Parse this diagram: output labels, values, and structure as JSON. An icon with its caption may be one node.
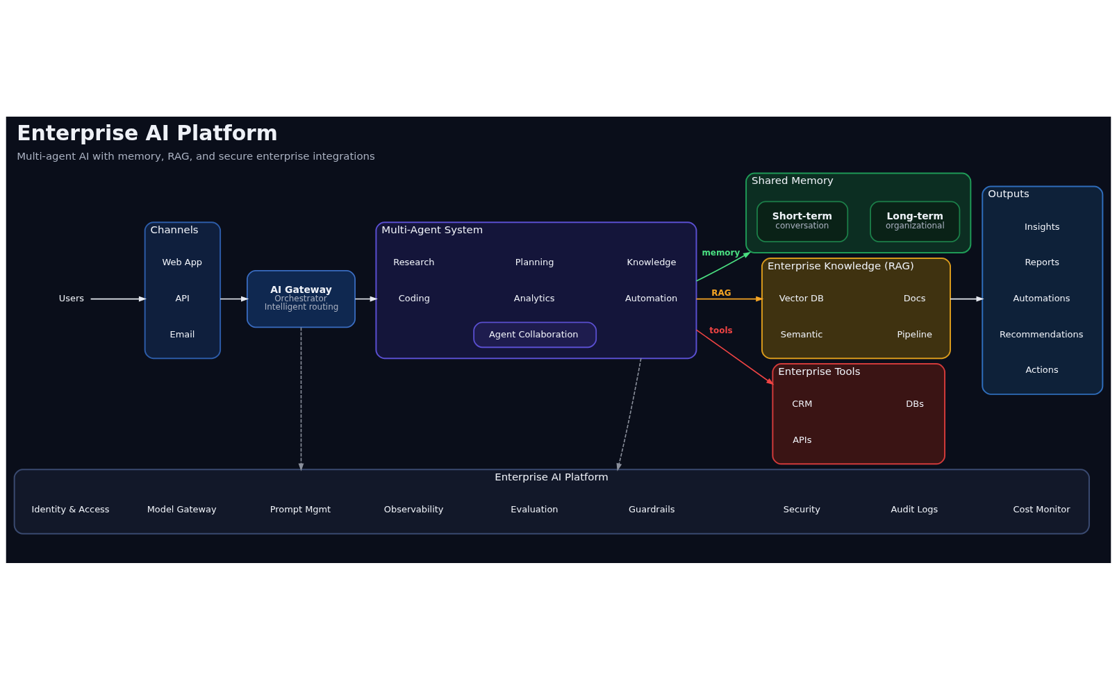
{
  "diagram": {
    "title": "Enterprise AI Platform",
    "caption": "Multi-agent AI with memory, RAG, and secure enterprise integrations",
    "nodes": [
      {
        "text": [
          "Users"
        ]
      },
      {
        "text": [
          "Channels"
        ]
      },
      {
        "text": [
          "Web App"
        ],
        "in": 1
      },
      {
        "text": [
          "API"
        ],
        "in": 1
      },
      {
        "text": [
          "Email"
        ],
        "in": 1
      },
      {
        "text": [
          "AI Gateway",
          "Orchestrator",
          "Intelligent routing"
        ]
      },
      {
        "text": [
          "Multi-Agent System"
        ]
      },
      {
        "text": [
          "Research"
        ],
        "in": 6
      },
      {
        "text": [
          "Planning"
        ],
        "in": 6
      },
      {
        "text": [
          "Knowledge"
        ],
        "in": 6
      },
      {
        "text": [
          "Coding"
        ],
        "in": 6
      },
      {
        "text": [
          "Analytics"
        ],
        "in": 6
      },
      {
        "text": [
          "Automation"
        ],
        "in": 6
      },
      {
        "text": [
          "Agent Collaboration"
        ],
        "in": 6
      },
      {
        "text": [
          "Shared Memory"
        ]
      },
      {
        "text": [
          "Short-term",
          "conversation"
        ],
        "in": 14
      },
      {
        "text": [
          "Long-term",
          "organizational"
        ],
        "in": 14
      },
      {
        "text": [
          "Enterprise Knowledge (RAG)"
        ]
      },
      {
        "text": [
          "Vector DB"
        ],
        "in": 17
      },
      {
        "text": [
          "Docs"
        ],
        "in": 17
      },
      {
        "text": [
          "Semantic"
        ],
        "in": 17
      },
      {
        "text": [
          "Pipeline"
        ],
        "in": 17
      },
      {
        "text": [
          "Enterprise Tools"
        ]
      },
      {
        "text": [
          "CRM"
        ],
        "in": 22
      },
      {
        "text": [
          "DBs"
        ],
        "in": 22
      },
      {
        "text": [
          "APIs"
        ],
        "in": 22
      },
      {
        "text": [
          "Outputs"
        ]
      },
      {
        "text": [
          "Insights"
        ],
        "in": 26
      },
      {
        "text": [
          "Reports"
        ],
        "in": 26
      },
      {
        "text": [
          "Automations"
        ],
        "in": 26
      },
      {
        "text": [
          "Recommendations"
        ],
        "in": 26
      },
      {
        "text": [
          "Actions"
        ],
        "in": 26
      },
      {
        "text": [
          "Enterprise AI Platform"
        ]
      },
      {
        "text": [
          "Identity & Access"
        ],
        "in": 32
      },
      {
        "text": [
          "Model Gateway"
        ],
        "in": 32
      },
      {
        "text": [
          "Prompt Mgmt"
        ],
        "in": 32
      },
      {
        "text": [
          "Observability"
        ],
        "in": 32
      },
      {
        "text": [
          "Evaluation"
        ],
        "in": 32
      },
      {
        "text": [
          "Guardrails"
        ],
        "in": 32
      },
      {
        "text": [
          "Security"
        ],
        "in": 32
      },
      {
        "text": [
          "Audit Logs"
        ],
        "in": 32
      },
      {
        "text": [
          "Cost Monitor"
        ],
        "in": 32
      }
    ],
    "edges": [
      {
        "from": 0,
        "to": 1,
        "arrow": "to"
      },
      {
        "from": 1,
        "to": 5,
        "arrow": "to"
      },
      {
        "from": 5,
        "to": 6,
        "arrow": "to"
      },
      {
        "from": 6,
        "to": 14,
        "arrow": "to",
        "label": "memory",
        "color": "#4ade80"
      },
      {
        "from": 6,
        "to": 17,
        "arrow": "to",
        "label": "RAG",
        "color": "#f5a524"
      },
      {
        "from": 6,
        "to": 22,
        "arrow": "to",
        "label": "tools",
        "color": "#ef4444"
      },
      {
        "from": 17,
        "to": 26,
        "arrow": "to"
      },
      {
        "from": 5,
        "to": 32,
        "arrow": "to",
        "style": "dashed",
        "color": "#8b909c"
      },
      {
        "from": 6,
        "to": 32,
        "arrow": "to",
        "style": "dashed",
        "color": "#8b909c"
      }
    ]
  }
}
